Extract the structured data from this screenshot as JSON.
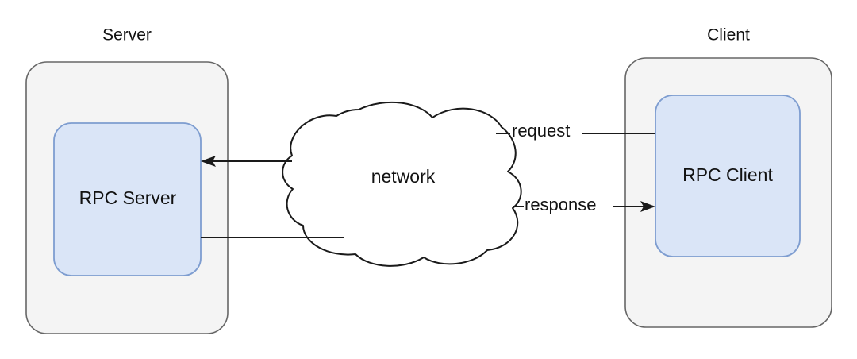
{
  "diagram": {
    "title_server": "Server",
    "title_client": "Client",
    "node_rpc_server": "RPC Server",
    "node_rpc_client": "RPC Client",
    "cloud_network": "network",
    "edge_request": "request",
    "edge_response": "response",
    "colors": {
      "container_fill": "#f4f4f4",
      "container_stroke": "#666666",
      "inner_fill": "#dae5f7",
      "inner_stroke": "#7e9dd0",
      "line": "#1a1a1a",
      "text": "#121212",
      "background": "#ffffff"
    }
  }
}
